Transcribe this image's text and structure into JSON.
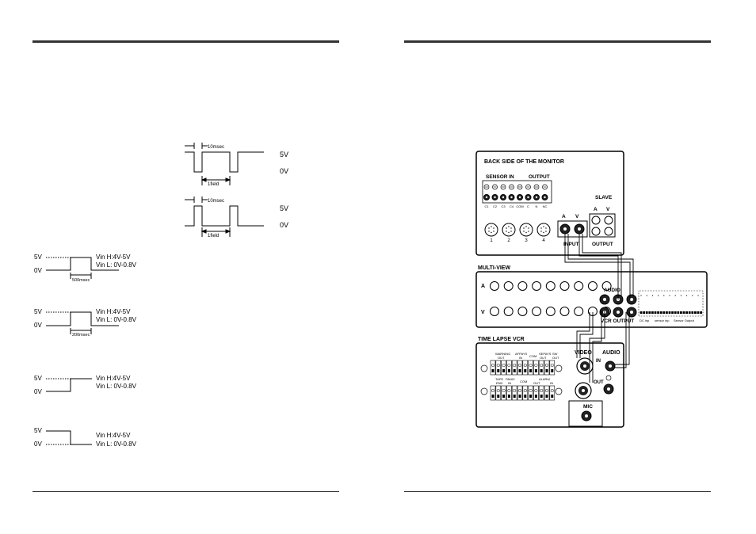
{
  "left_page": {
    "timing_top": {
      "pulse_width_label": "10msec",
      "field_label": "1field",
      "high_label": "5V",
      "low_label": "0V"
    },
    "timing_bottom": {
      "pulse_width_label": "10msec",
      "field_label": "1field",
      "high_label": "5V",
      "low_label": "0V"
    },
    "signals": [
      {
        "high": "5V",
        "low": "0V",
        "vin_h": "Vin H:4V-5V",
        "vin_l": "Vin L: 0V-0.8V",
        "duration": "500msec"
      },
      {
        "high": "5V",
        "low": "0V",
        "vin_h": "Vin H:4V-5V",
        "vin_l": "Vin L: 0V-0.8V",
        "duration": "200msec"
      },
      {
        "high": "5V",
        "low": "0V",
        "vin_h": "Vin H:4V-5V",
        "vin_l": "Vin L: 0V-0.8V",
        "duration": ""
      },
      {
        "high": "5V",
        "low": "0V",
        "vin_h": "Vin H:4V-5V",
        "vin_l": "Vin L: 0V-0.8V",
        "duration": ""
      }
    ]
  },
  "right_page": {
    "monitor": {
      "title": "BACK SIDE OF THE  MONITOR",
      "sensor_in": "SENSOR IN",
      "output": "OUTPUT",
      "terminals": [
        "C1",
        "C2",
        "C3",
        "C4",
        "COM",
        "C",
        "N",
        "NC"
      ],
      "slave": "SLAVE",
      "slave_a": "A",
      "slave_v": "V",
      "slave_output": "OUTPUT",
      "input_a": "A",
      "input_v": "V",
      "input_label": "INPUT",
      "din_labels": [
        "1",
        "2",
        "3",
        "4"
      ]
    },
    "multiview": {
      "title": "MULTI-VIEW",
      "row_a": "A",
      "row_v": "V",
      "audio": "AUDIO",
      "vcr_output": "VCR OUTPUT",
      "dc_input": "DC inp",
      "sensor_inp": "sensor inp",
      "sensor_output": "Sensor Output"
    },
    "vcr": {
      "title": "TIME LAPSE VCR",
      "t1_top": "WARNING",
      "t1_bot": "OUT",
      "t2_top": "AFPAYS",
      "t2_bot": "IN",
      "com": "COM",
      "t3_top": "SEPAYS",
      "t3_bot": "OUT",
      "t4_top": "SW",
      "t4_bot": "OUT",
      "b1_top": "TAPE",
      "b1_bot": "END",
      "b2_top": "PANIC",
      "b2_bot": "IN",
      "b3_top": "ALARM",
      "b3_bot": "OUT",
      "b4_bot": "IN",
      "video": "VIDEO",
      "audio": "AUDIO",
      "in_label": "IN",
      "out_label": "OUT",
      "mic": "MIC"
    }
  }
}
